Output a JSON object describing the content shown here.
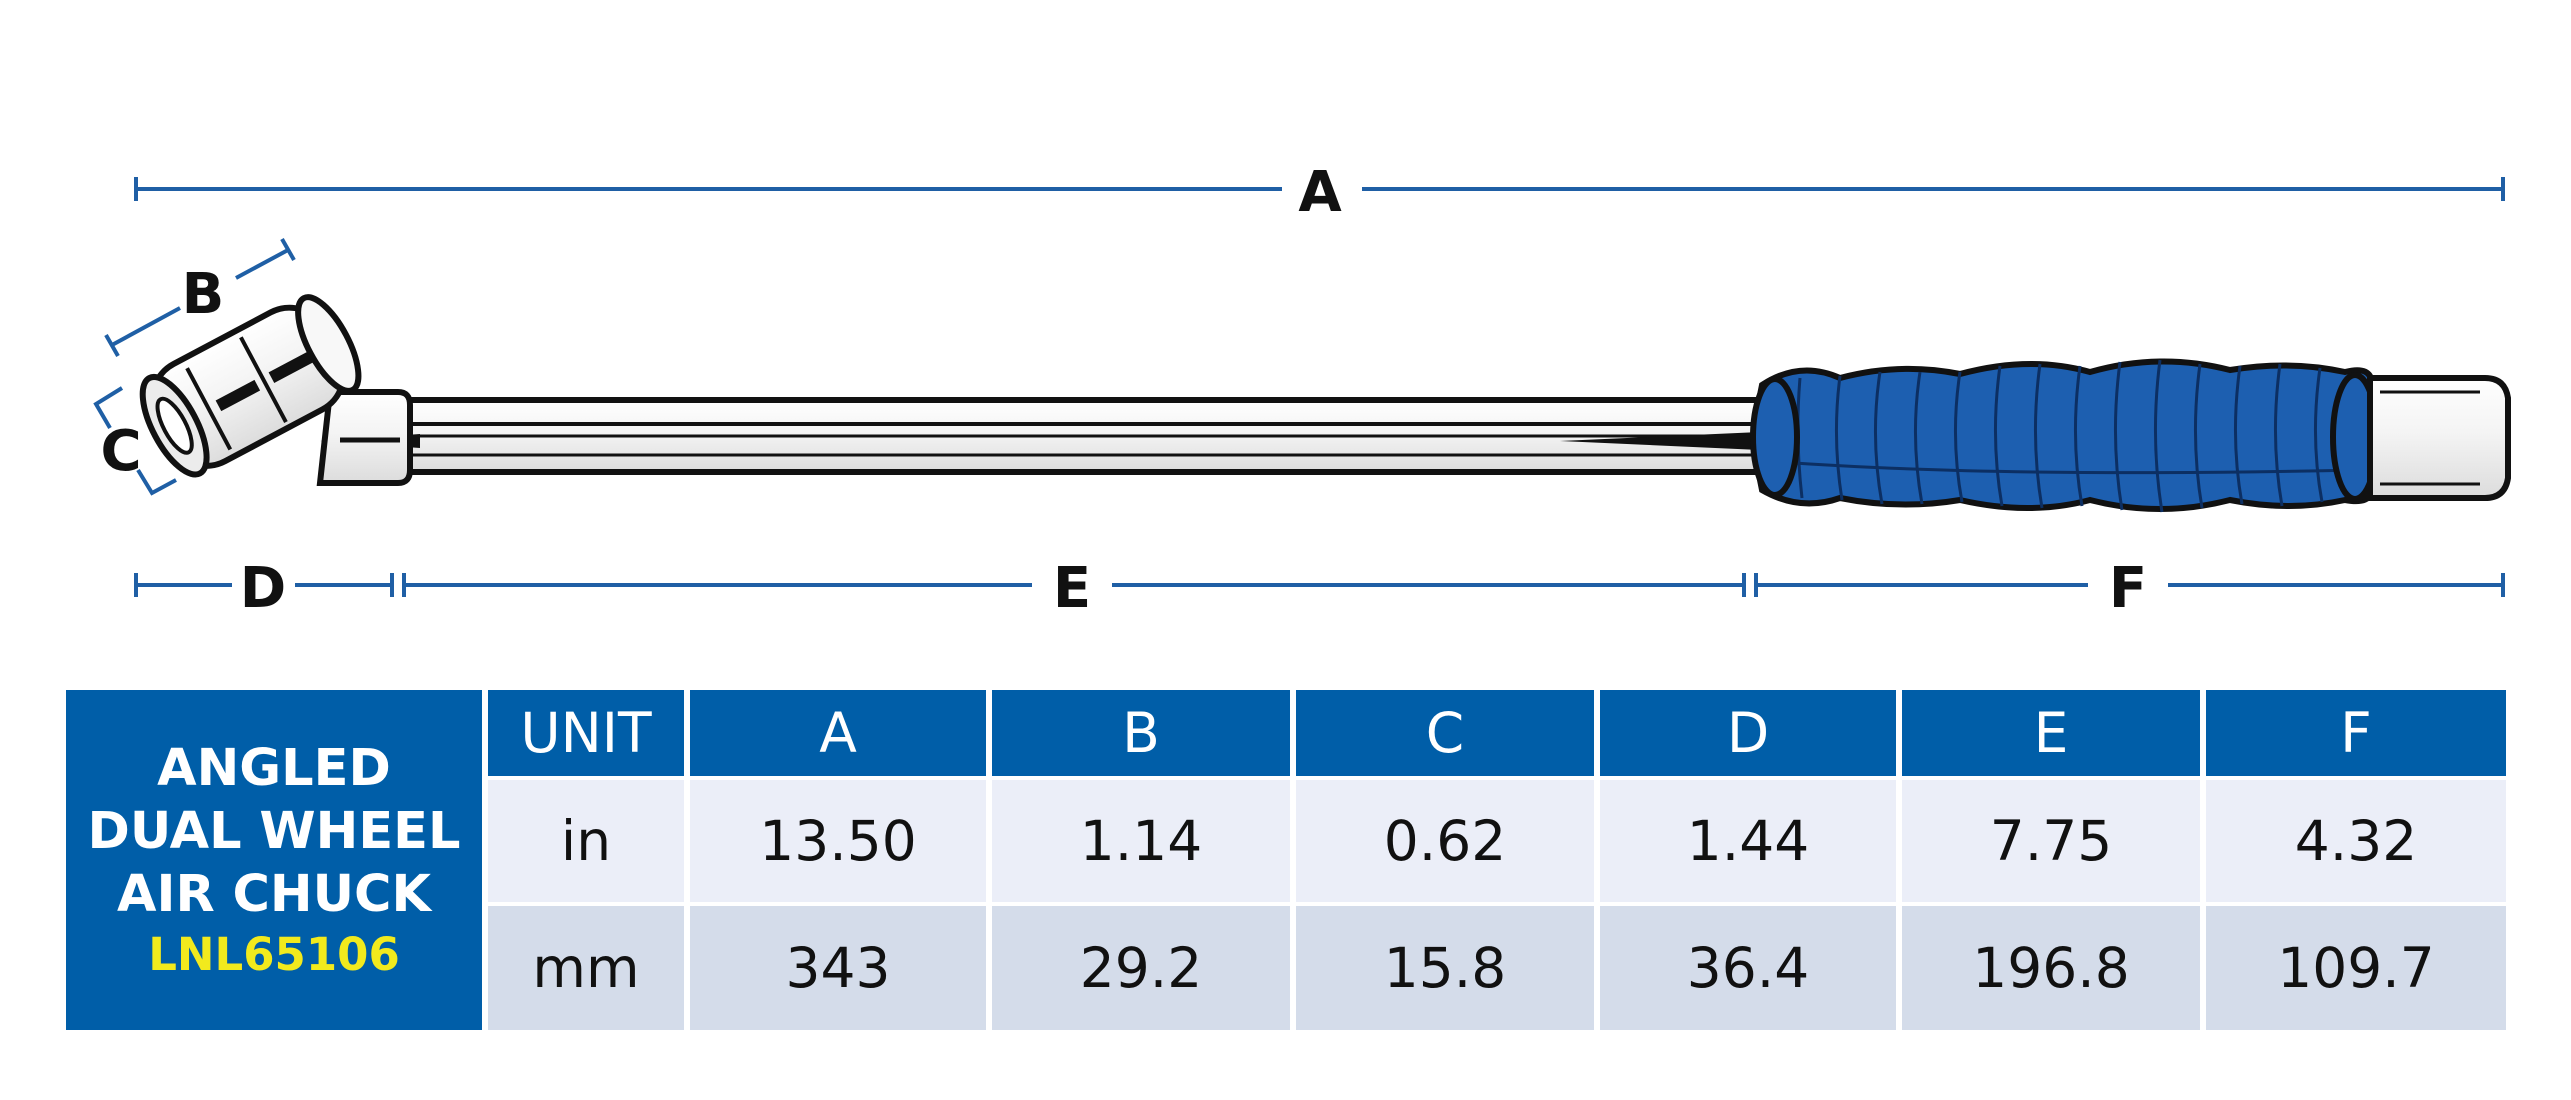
{
  "dimension_labels": {
    "a": "A",
    "b": "B",
    "c": "C",
    "d": "D",
    "e": "E",
    "f": "F"
  },
  "product": {
    "name_lines": [
      "ANGLED",
      "DUAL WHEEL",
      "AIR CHUCK"
    ],
    "model": "LNL65106"
  },
  "table": {
    "unit_header": "UNIT",
    "columns": [
      "A",
      "B",
      "C",
      "D",
      "E",
      "F"
    ],
    "rows": [
      {
        "unit": "in",
        "values": [
          "13.50",
          "1.14",
          "0.62",
          "1.44",
          "7.75",
          "4.32"
        ]
      },
      {
        "unit": "mm",
        "values": [
          "343",
          "29.2",
          "15.8",
          "36.4",
          "196.8",
          "109.7"
        ]
      }
    ]
  },
  "colors": {
    "brand_blue": "#005ea8",
    "grip_blue": "#1d5fb0",
    "model_yellow": "#f2ea1d",
    "row_light": "#ebeef8",
    "row_dark": "#d4dcea"
  }
}
